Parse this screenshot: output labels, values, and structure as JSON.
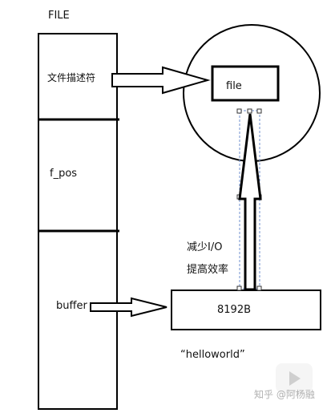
{
  "diagram": {
    "file_struct_title": "FILE",
    "cells": {
      "fd_label": "文件描述符",
      "pos_label": "f_pos",
      "buffer_label": "buffer"
    },
    "file_node_label": "file",
    "buffer_node_label": "8192B",
    "annotation_line1": "减少I/O",
    "annotation_line2": "提高效率",
    "content_caption": "“helloworld”",
    "line_color": "#000000",
    "guide_color": "#6f8fcf"
  },
  "watermark": {
    "text": "知乎 @阿杨融",
    "icon": "play-icon"
  }
}
